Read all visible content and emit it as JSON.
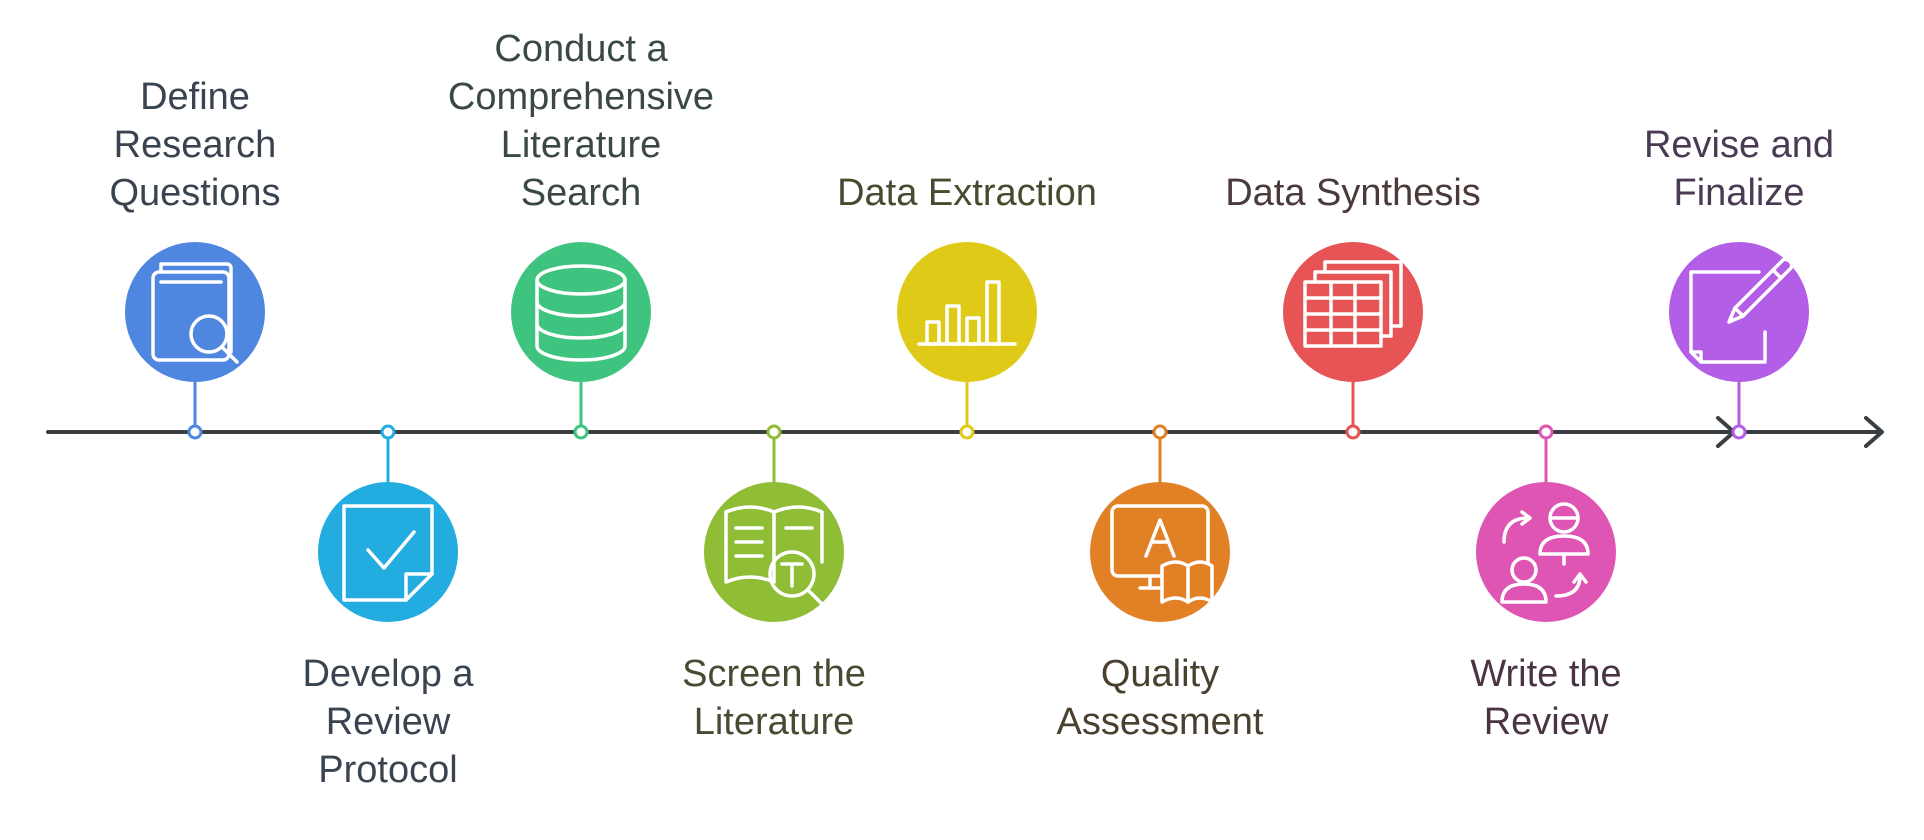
{
  "steps": [
    {
      "lines": [
        "Define",
        "Research",
        "Questions"
      ],
      "color": "#4f86e0",
      "text_color": "#3a4450",
      "icon": "book-search-icon"
    },
    {
      "lines": [
        "Develop a",
        "Review",
        "Protocol"
      ],
      "color": "#23ace0",
      "text_color": "#3a4450",
      "icon": "note-check-icon"
    },
    {
      "lines": [
        "Conduct a",
        "Comprehensive",
        "Literature",
        "Search"
      ],
      "color": "#3ec47e",
      "text_color": "#3a4a42",
      "icon": "database-icon"
    },
    {
      "lines": [
        "Screen the",
        "Literature"
      ],
      "color": "#8fbd35",
      "text_color": "#4a4a34",
      "icon": "book-text-search-icon"
    },
    {
      "lines": [
        "Data Extraction"
      ],
      "color": "#dfca18",
      "text_color": "#4a4a30",
      "icon": "bar-chart-icon"
    },
    {
      "lines": [
        "Quality",
        "Assessment"
      ],
      "color": "#e28026",
      "text_color": "#4a4030",
      "icon": "monitor-book-icon"
    },
    {
      "lines": [
        "Data Synthesis"
      ],
      "color": "#e65456",
      "text_color": "#4a3a3a",
      "icon": "table-stack-icon"
    },
    {
      "lines": [
        "Write the",
        "Review"
      ],
      "color": "#df55b3",
      "text_color": "#4a3444",
      "icon": "people-exchange-icon"
    },
    {
      "lines": [
        "Revise and",
        "Finalize"
      ],
      "color": "#b25ee6",
      "text_color": "#4a3a54",
      "icon": "pen-note-icon"
    }
  ],
  "axis_color": "#3a3f44"
}
